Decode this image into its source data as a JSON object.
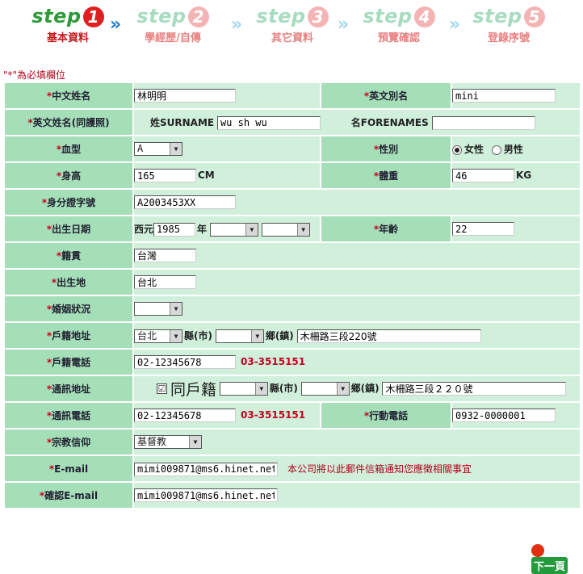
{
  "steps": [
    {
      "word": "step",
      "num": "1",
      "label": "基本資料"
    },
    {
      "word": "step",
      "num": "2",
      "label": "學經歷/自傳"
    },
    {
      "word": "step",
      "num": "3",
      "label": "其它資料"
    },
    {
      "word": "step",
      "num": "4",
      "label": "預覽確認"
    },
    {
      "word": "step",
      "num": "5",
      "label": "登錄序號"
    }
  ],
  "arrow": "»",
  "required_note": "\"*\"為必填欄位",
  "req_mark": "*",
  "labels": {
    "chinese_name": "中文姓名",
    "english_alias": "英文別名",
    "english_name": "英文姓名(同護照)",
    "blood": "血型",
    "gender": "性別",
    "height": "身高",
    "weight": "體重",
    "id_number": "身分證字號",
    "birth_date": "出生日期",
    "age": "年齡",
    "native": "籍貫",
    "birthplace": "出生地",
    "marital": "婚姻狀況",
    "reg_address": "戶籍地址",
    "reg_phone": "戶籍電話",
    "mail_address": "通訊地址",
    "mail_phone": "通訊電話",
    "mobile": "行動電話",
    "religion": "宗教信仰",
    "email": "E-mail",
    "email_confirm": "確認E-mail"
  },
  "values": {
    "chinese_name": "林明明",
    "english_alias": "mini",
    "surname_label": "姓SURNAME",
    "surname": "wu sh wu",
    "forenames_label": "名FORENAMES",
    "forenames": "",
    "blood": "A",
    "gender_female": "女性",
    "gender_male": "男性",
    "height": "165",
    "height_unit": "CM",
    "weight": "46",
    "weight_unit": "KG",
    "id_number": "A2003453XX",
    "era": "西元",
    "birth_year": "1985",
    "year_unit": "年",
    "age": "22",
    "native": "台灣",
    "birthplace": "台北",
    "marital": "",
    "reg_city": "台北",
    "county_label": "縣(市)",
    "town_label": "鄉(鎮)",
    "reg_street": "木柵路三段220號",
    "reg_phone": "02-12345678",
    "reg_phone_example": "03-3515151",
    "same_as_reg": "同戶籍",
    "mail_street": "木柵路三段２２０號",
    "mail_phone": "02-12345678",
    "mail_phone_example": "03-3515151",
    "mobile": "0932-0000001",
    "religion": "基督教",
    "email": "mimi009871@ms6.hinet.net",
    "email_hint": "本公司將以此郵件信箱通知您應徵相關事宜",
    "email_confirm": "mimi009871@ms6.hinet.net"
  },
  "next_button": "下一頁",
  "dropdown_icon": "▼",
  "checkbox_mark": "☑",
  "colors": {
    "label_bg": "#a5dfb8",
    "value_bg": "#d0f0dc",
    "required_red": "#c8001e",
    "step_green": "#2f9a3a"
  }
}
